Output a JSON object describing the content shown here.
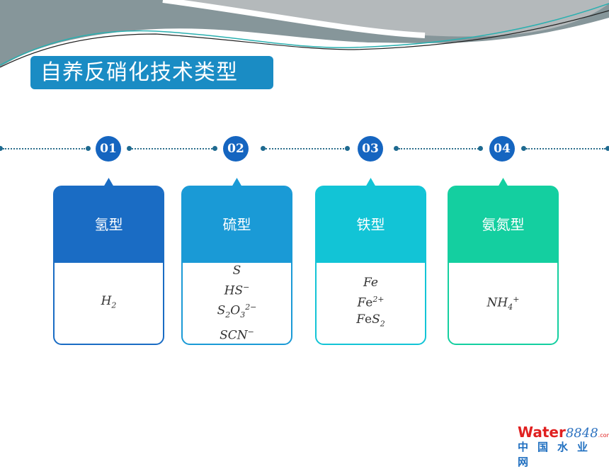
{
  "title": "自养反硝化技术类型",
  "steps": [
    {
      "num": "01",
      "label": "氢型",
      "color": "#1a6cc4",
      "formulas": [
        [
          [
            "i",
            "H"
          ],
          [
            "sub",
            "2"
          ]
        ]
      ]
    },
    {
      "num": "02",
      "label": "硫型",
      "color": "#1a9ad6",
      "formulas": [
        [
          [
            "i",
            "S"
          ]
        ],
        [
          [
            "i",
            "HS"
          ],
          [
            "sup",
            "−"
          ]
        ],
        [
          [
            "i",
            "S"
          ],
          [
            "sub",
            "2"
          ],
          [
            "i",
            "O"
          ],
          [
            "sub",
            "3"
          ],
          [
            "sup",
            "2−"
          ]
        ],
        [
          [
            "i",
            "SCN"
          ],
          [
            "sup",
            "−"
          ]
        ]
      ]
    },
    {
      "num": "03",
      "label": "铁型",
      "color": "#12c4d6",
      "formulas": [
        [
          [
            "i",
            "Fe"
          ]
        ],
        [
          [
            "i",
            "F"
          ],
          [
            "r",
            "e"
          ],
          [
            "sup",
            "2+"
          ]
        ],
        [
          [
            "i",
            "F"
          ],
          [
            "r",
            "e"
          ],
          [
            "i",
            "S"
          ],
          [
            "sub",
            "2"
          ]
        ]
      ]
    },
    {
      "num": "04",
      "label": "氨氮型",
      "color": "#14cfa0",
      "formulas": [
        [
          [
            "i",
            "NH"
          ],
          [
            "sub",
            "4"
          ],
          [
            "sup",
            "+"
          ]
        ]
      ]
    }
  ],
  "logo": {
    "word": "Water",
    "num": "8848",
    "dom": ".com",
    "cn": "中国水业网"
  }
}
